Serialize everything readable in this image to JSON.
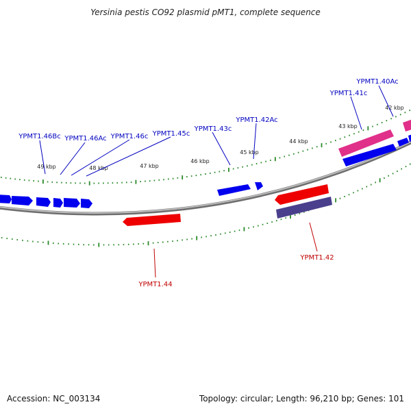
{
  "title": "Yersinia pestis CO92 plasmid pMT1, complete sequence",
  "footer": {
    "accession": "Accession: NC_003134",
    "topology": "Topology: circular; Length: 96,210 bp; Genes: 101"
  },
  "colors": {
    "backbone": "#8c8c8c",
    "forward_gene": "#0000ee",
    "reverse_gene": "#ee0000",
    "rna_gene": "#e0308a",
    "other_feature": "#4a3f8c",
    "tick": "#2a8a2a",
    "label_forward": "#0000c0",
    "label_reverse": "#c00000"
  },
  "kbp_marks": [
    "42 kbp",
    "43 kbp",
    "44 kbp",
    "45 kbp",
    "46 kbp",
    "47 kbp",
    "48 kbp",
    "49 kbp"
  ],
  "gene_labels": {
    "forward": [
      "YPMT1.46Bc",
      "YPMT1.46Ac",
      "YPMT1.46c",
      "YPMT1.45c",
      "YPMT1.43c",
      "YPMT1.42Ac",
      "YPMT1.41c",
      "YPMT1.40Ac"
    ],
    "reverse": [
      "YPMT1.44",
      "YPMT1.42"
    ]
  }
}
